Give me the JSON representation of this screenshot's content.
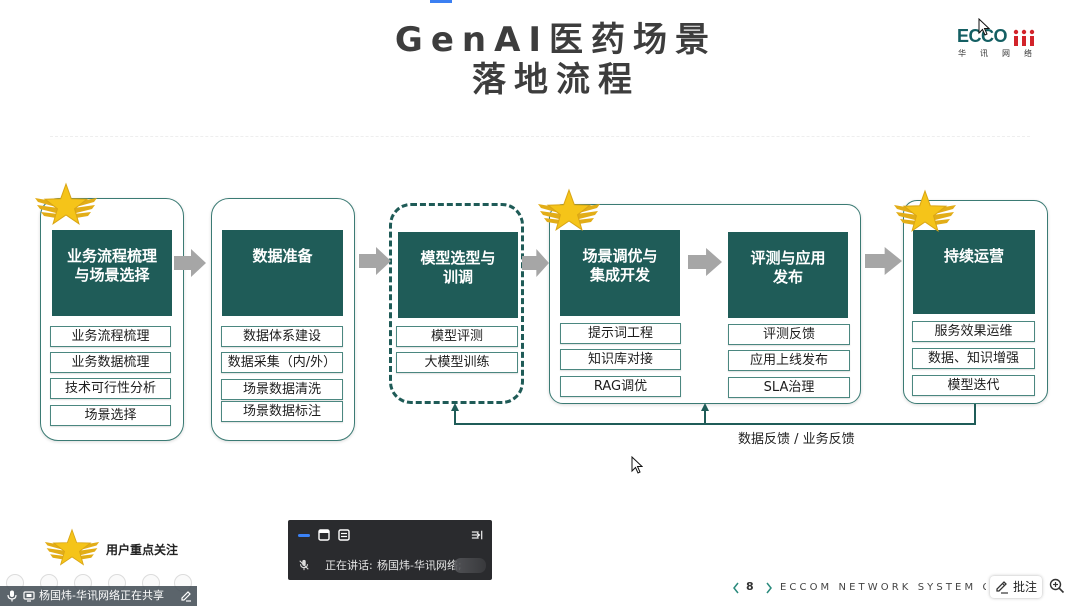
{
  "slide": {
    "title_lines": [
      "GenAI医药场景",
      "落地流程"
    ],
    "logo": {
      "wordmark": "ECCO",
      "chinese_name": "华讯网络"
    },
    "footer": {
      "page_number": "8",
      "company_text": "ECCOM NETWORK SYSTEM CO"
    },
    "legend": {
      "icon": "star-icon",
      "label": "用户重点关注"
    }
  },
  "flow": {
    "stages": [
      {
        "title": [
          "业务流程梳理",
          "与场景选择"
        ],
        "items": [
          "业务流程梳理",
          "业务数据梳理",
          "技术可行性分析",
          "场景选择"
        ],
        "user_focus": true
      },
      {
        "title": [
          "数据准备"
        ],
        "items": [
          "数据体系建设",
          "数据采集（内/外）",
          "场景数据清洗",
          "场景数据标注"
        ],
        "user_focus": false
      },
      {
        "title": [
          "模型选型与",
          "训调"
        ],
        "items": [
          "模型评测",
          "大模型训练"
        ],
        "user_focus": false
      },
      {
        "title": [
          "场景调优与",
          "集成开发"
        ],
        "items": [
          "提示词工程",
          "知识库对接",
          "RAG调优"
        ],
        "user_focus": true
      },
      {
        "title": [
          "评测与应用",
          "发布"
        ],
        "items": [
          "评测反馈",
          "应用上线发布",
          "SLA治理"
        ],
        "user_focus": true
      },
      {
        "title": [
          "持续运营"
        ],
        "items": [
          "服务效果运维",
          "数据、知识增强",
          "模型迭代"
        ],
        "user_focus": true
      }
    ],
    "feedback_label": "数据反馈 / 业务反馈"
  },
  "meeting": {
    "sharing_status": "杨国炜-华讯网络正在共享",
    "speaking_panel": {
      "label": "正在讲话:",
      "speaker": "杨国炜-华讯网络;"
    },
    "annotate_button": "批注"
  },
  "icons": {
    "highlight": "star-icon",
    "flow_arrow": "arrow-right-icon",
    "microphone": "microphone-icon",
    "screen_share": "screen-share-icon",
    "annotate": "pencil-icon",
    "zoom": "zoom-in-icon",
    "page_prev": "chevron-left-icon",
    "page_next": "chevron-right-icon",
    "cursor": "mouse-cursor-icon"
  },
  "colors": {
    "stage_header": "#1f5c58",
    "stage_border": "#3b7b74",
    "flow_arrow": "#a6a6a6",
    "star": "#f5c419",
    "logo_teal": "#145f63",
    "logo_red": "#d2232a",
    "share_indicator": "#3b7ff2"
  }
}
